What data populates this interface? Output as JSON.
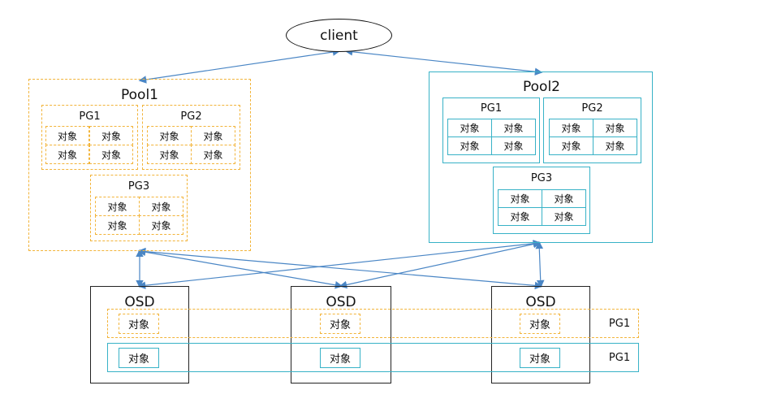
{
  "client": {
    "label": "client"
  },
  "pool1": {
    "title": "Pool1",
    "pgs": [
      {
        "label": "PG1",
        "cells": [
          "对象",
          "对象",
          "对象",
          "对象"
        ]
      },
      {
        "label": "PG2",
        "cells": [
          "对象",
          "对象",
          "对象",
          "对象"
        ]
      },
      {
        "label": "PG3",
        "cells": [
          "对象",
          "对象",
          "对象",
          "对象"
        ]
      }
    ]
  },
  "pool2": {
    "title": "Pool2",
    "pgs": [
      {
        "label": "PG1",
        "cells": [
          "对象",
          "对象",
          "对象",
          "对象"
        ]
      },
      {
        "label": "PG2",
        "cells": [
          "对象",
          "对象",
          "对象",
          "对象"
        ]
      },
      {
        "label": "PG3",
        "cells": [
          "对象",
          "对象",
          "对象",
          "对象"
        ]
      }
    ]
  },
  "osds": [
    {
      "label": "OSD",
      "obj_yellow": "对象",
      "obj_teal": "对象"
    },
    {
      "label": "OSD",
      "obj_yellow": "对象",
      "obj_teal": "对象"
    },
    {
      "label": "OSD",
      "obj_yellow": "对象",
      "obj_teal": "对象"
    }
  ],
  "pg_bands": {
    "yellow_label": "PG1",
    "teal_label": "PG1"
  },
  "colors": {
    "yellow": "#f2b43a",
    "teal": "#38b2c7",
    "arrow": "#4a86c5"
  }
}
